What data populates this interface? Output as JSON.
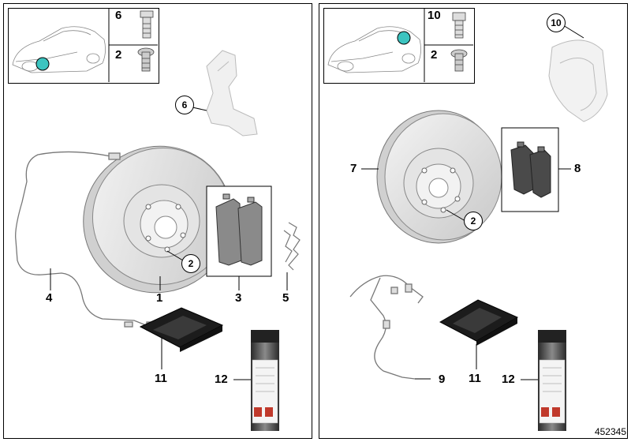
{
  "diagram_id": "452345",
  "panels": {
    "left": {
      "header": {
        "top_qty": "6",
        "bottom_qty": "2"
      },
      "labels": {
        "caliper_carrier": "6",
        "sensor_cable": "4",
        "disc": "1",
        "disc_bolt": "2",
        "pads": "3",
        "clip": "5",
        "paste": "11",
        "spray": "12"
      }
    },
    "right": {
      "header": {
        "top_qty": "10",
        "bottom_qty": "2"
      },
      "labels": {
        "protection_plate": "10",
        "disc": "7",
        "pads": "8",
        "disc_bolt": "2",
        "sensor_cable": "9",
        "paste": "11",
        "spray": "12"
      }
    }
  },
  "colors": {
    "marker": "#3cc4c0",
    "line": "#000000",
    "disc_fill": "#e6e6e6",
    "ghost_part": "#f0f0f0"
  },
  "icons": [
    "car-outline-icon",
    "bolt-icon",
    "disc-icon",
    "brake-pad-icon",
    "sensor-cable-icon",
    "caliper-carrier-icon",
    "clip-icon",
    "paste-sachet-icon",
    "spray-can-icon"
  ]
}
